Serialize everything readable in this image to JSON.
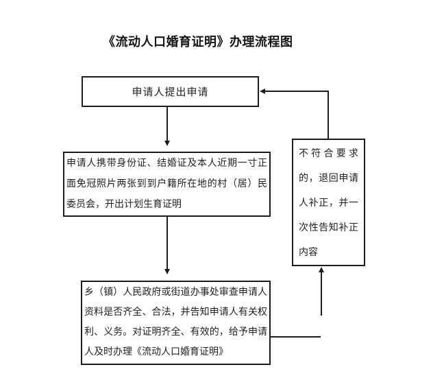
{
  "title": "《流动人口婚育证明》办理流程图",
  "boxes": {
    "apply": {
      "text": "申请人提出申请"
    },
    "materials": {
      "text": "申请人携带身份证、结婚证及本人近期一寸正面免冠照片两张到到户籍所在地的村（居）民委员会，开出计划生育证明"
    },
    "review": {
      "text": "乡（镇）人民政府或街道办事处审查申请人资料是否齐全、合法，并告知申请人有关权利、义务。对证明齐全、有效的，给予申请人及时办理《流动人口婚育证明》"
    },
    "reject": {
      "text": "不符合要求的，退回申请人补正，并一次性告知补正内容"
    }
  },
  "colors": {
    "line": "#1c1c1c",
    "text": "#1f1f1f",
    "background": "#ffffff"
  }
}
